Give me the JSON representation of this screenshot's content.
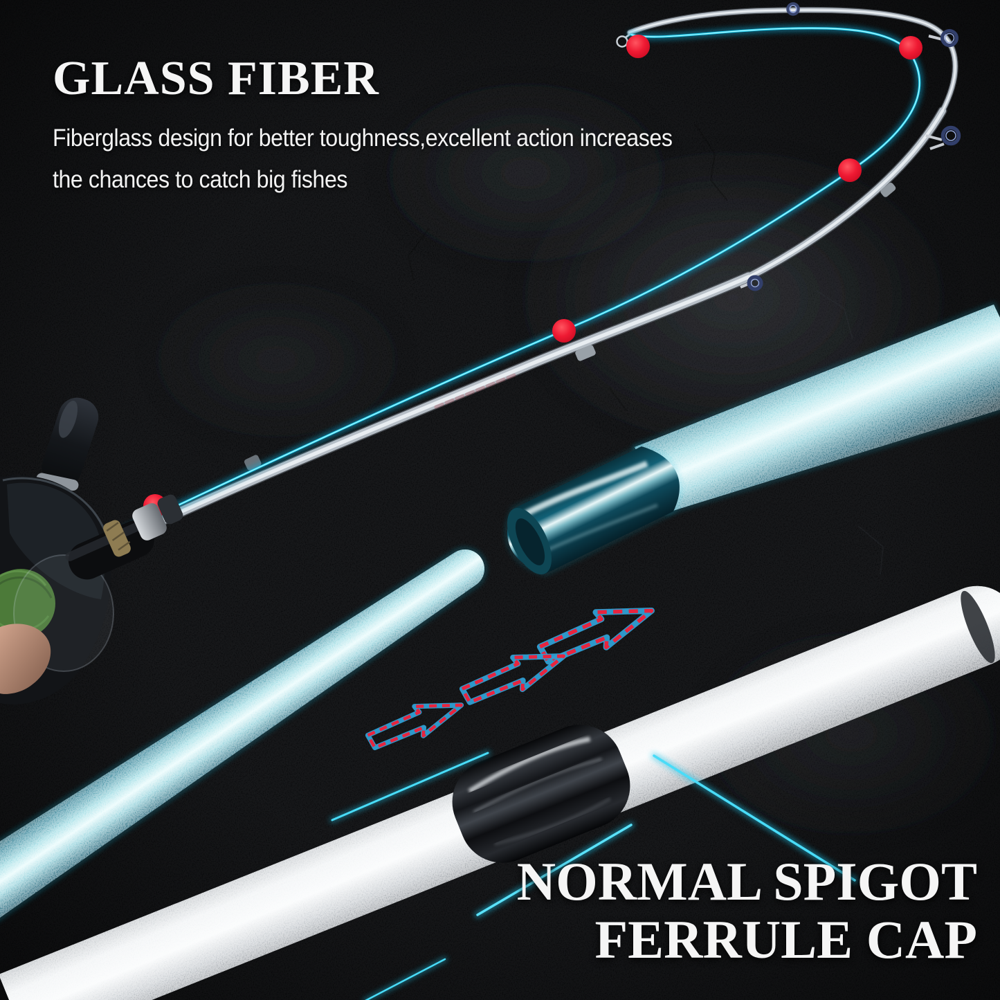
{
  "page": {
    "background_color": "#0a0b0d"
  },
  "header": {
    "title": "GLASS FIBER",
    "description_line1": "Fiberglass design for better toughness,excellent action increases",
    "description_line2": "the chances to catch big fishes"
  },
  "callout": {
    "line1": "NORMAL SPIGOT",
    "line2": "FERRULE CAP"
  },
  "graphics": {
    "flex_point_markers": 5,
    "insert_arrows": 3,
    "colors": {
      "accent_cyan": "#1fd2f4",
      "marker_red": "#e91430",
      "rod_teal": "#8fd3dd",
      "rod_silver": "#c3c8cd",
      "ferrule_cap_black": "#0a0b0d",
      "text_white": "#f5f5f5"
    }
  }
}
